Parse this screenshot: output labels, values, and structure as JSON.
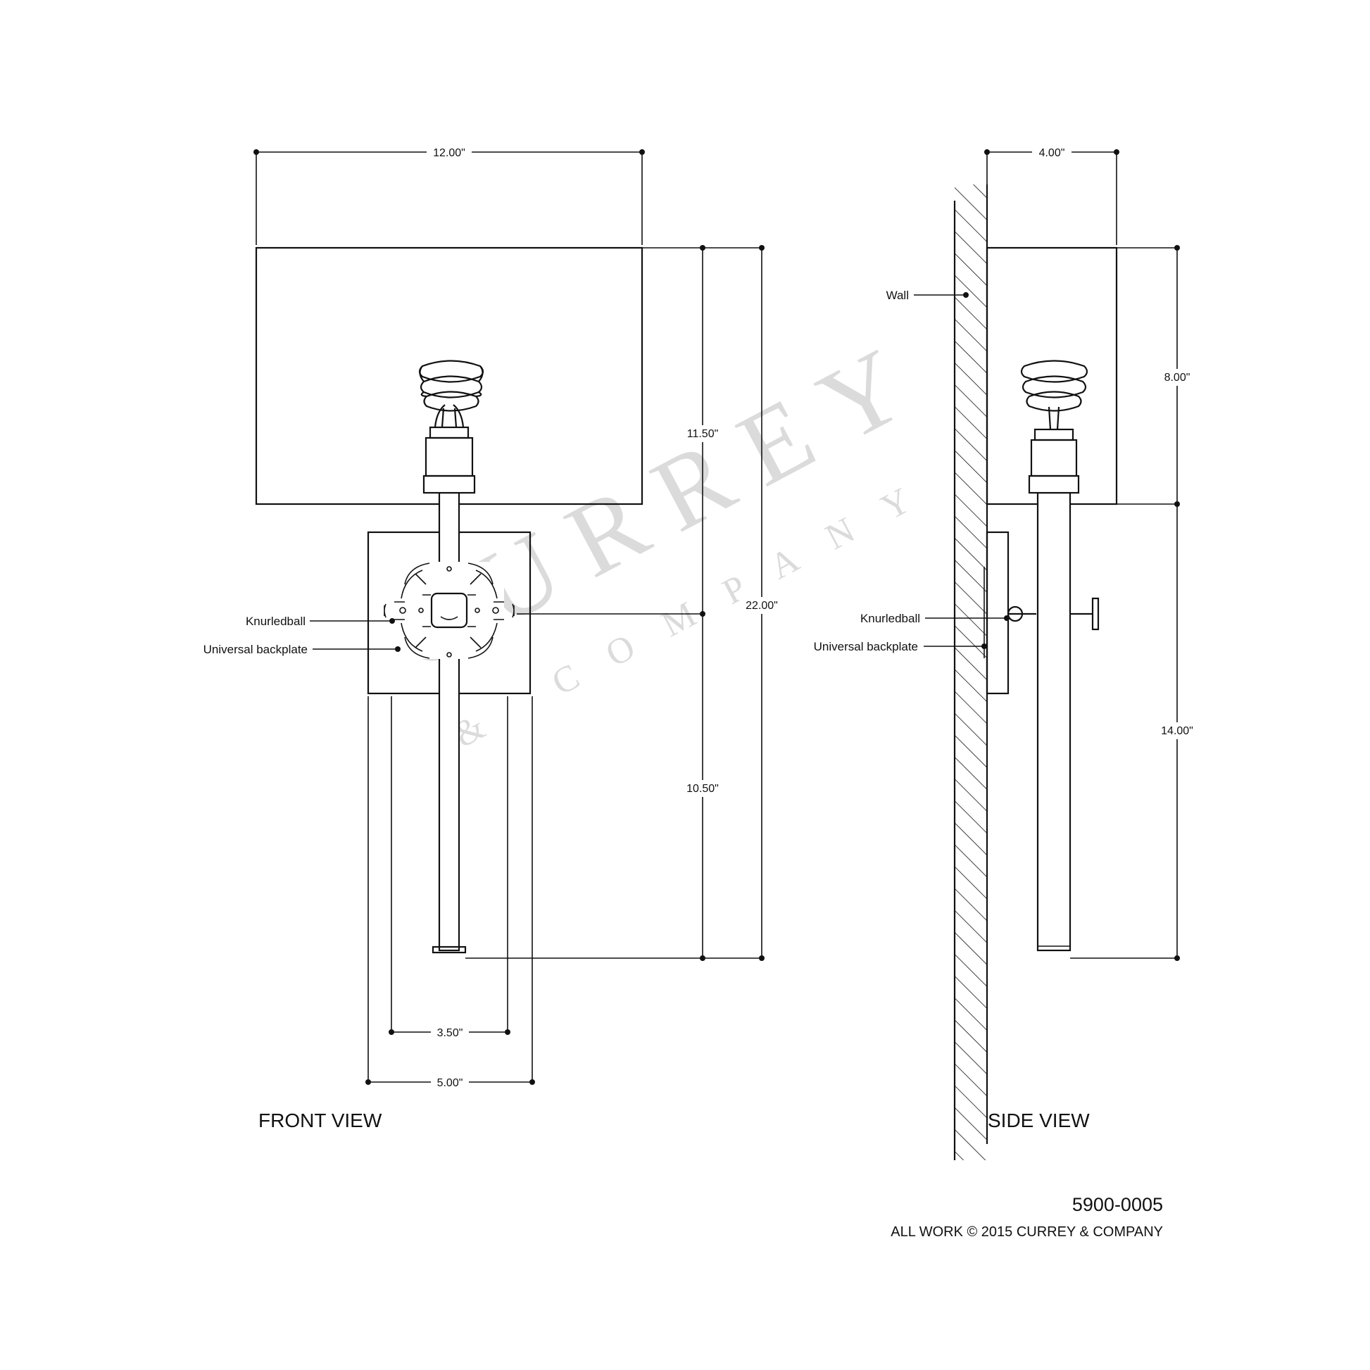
{
  "watermark": {
    "brand": "CURREY",
    "sub": "& COMPANY"
  },
  "front_view": {
    "title": "FRONT VIEW",
    "dimensions": {
      "shade_width": "12.00\"",
      "shade_height": "11.50\"",
      "overall_height": "22.00\"",
      "lower_height": "10.50\"",
      "inner_width": "3.50\"",
      "backplate_width": "5.00\""
    },
    "callouts": {
      "knurled_ball": "Knurledball",
      "backplate": "Universal backplate"
    }
  },
  "side_view": {
    "title": "SIDE VIEW",
    "dimensions": {
      "depth": "4.00\"",
      "shade_height": "8.00\"",
      "lower_height": "14.00\""
    },
    "callouts": {
      "wall": "Wall",
      "knurled_ball": "Knurledball",
      "backplate": "Universal backplate"
    }
  },
  "footer": {
    "part_number": "5900-0005",
    "copyright": "ALL WORK © 2015 CURREY & COMPANY"
  }
}
